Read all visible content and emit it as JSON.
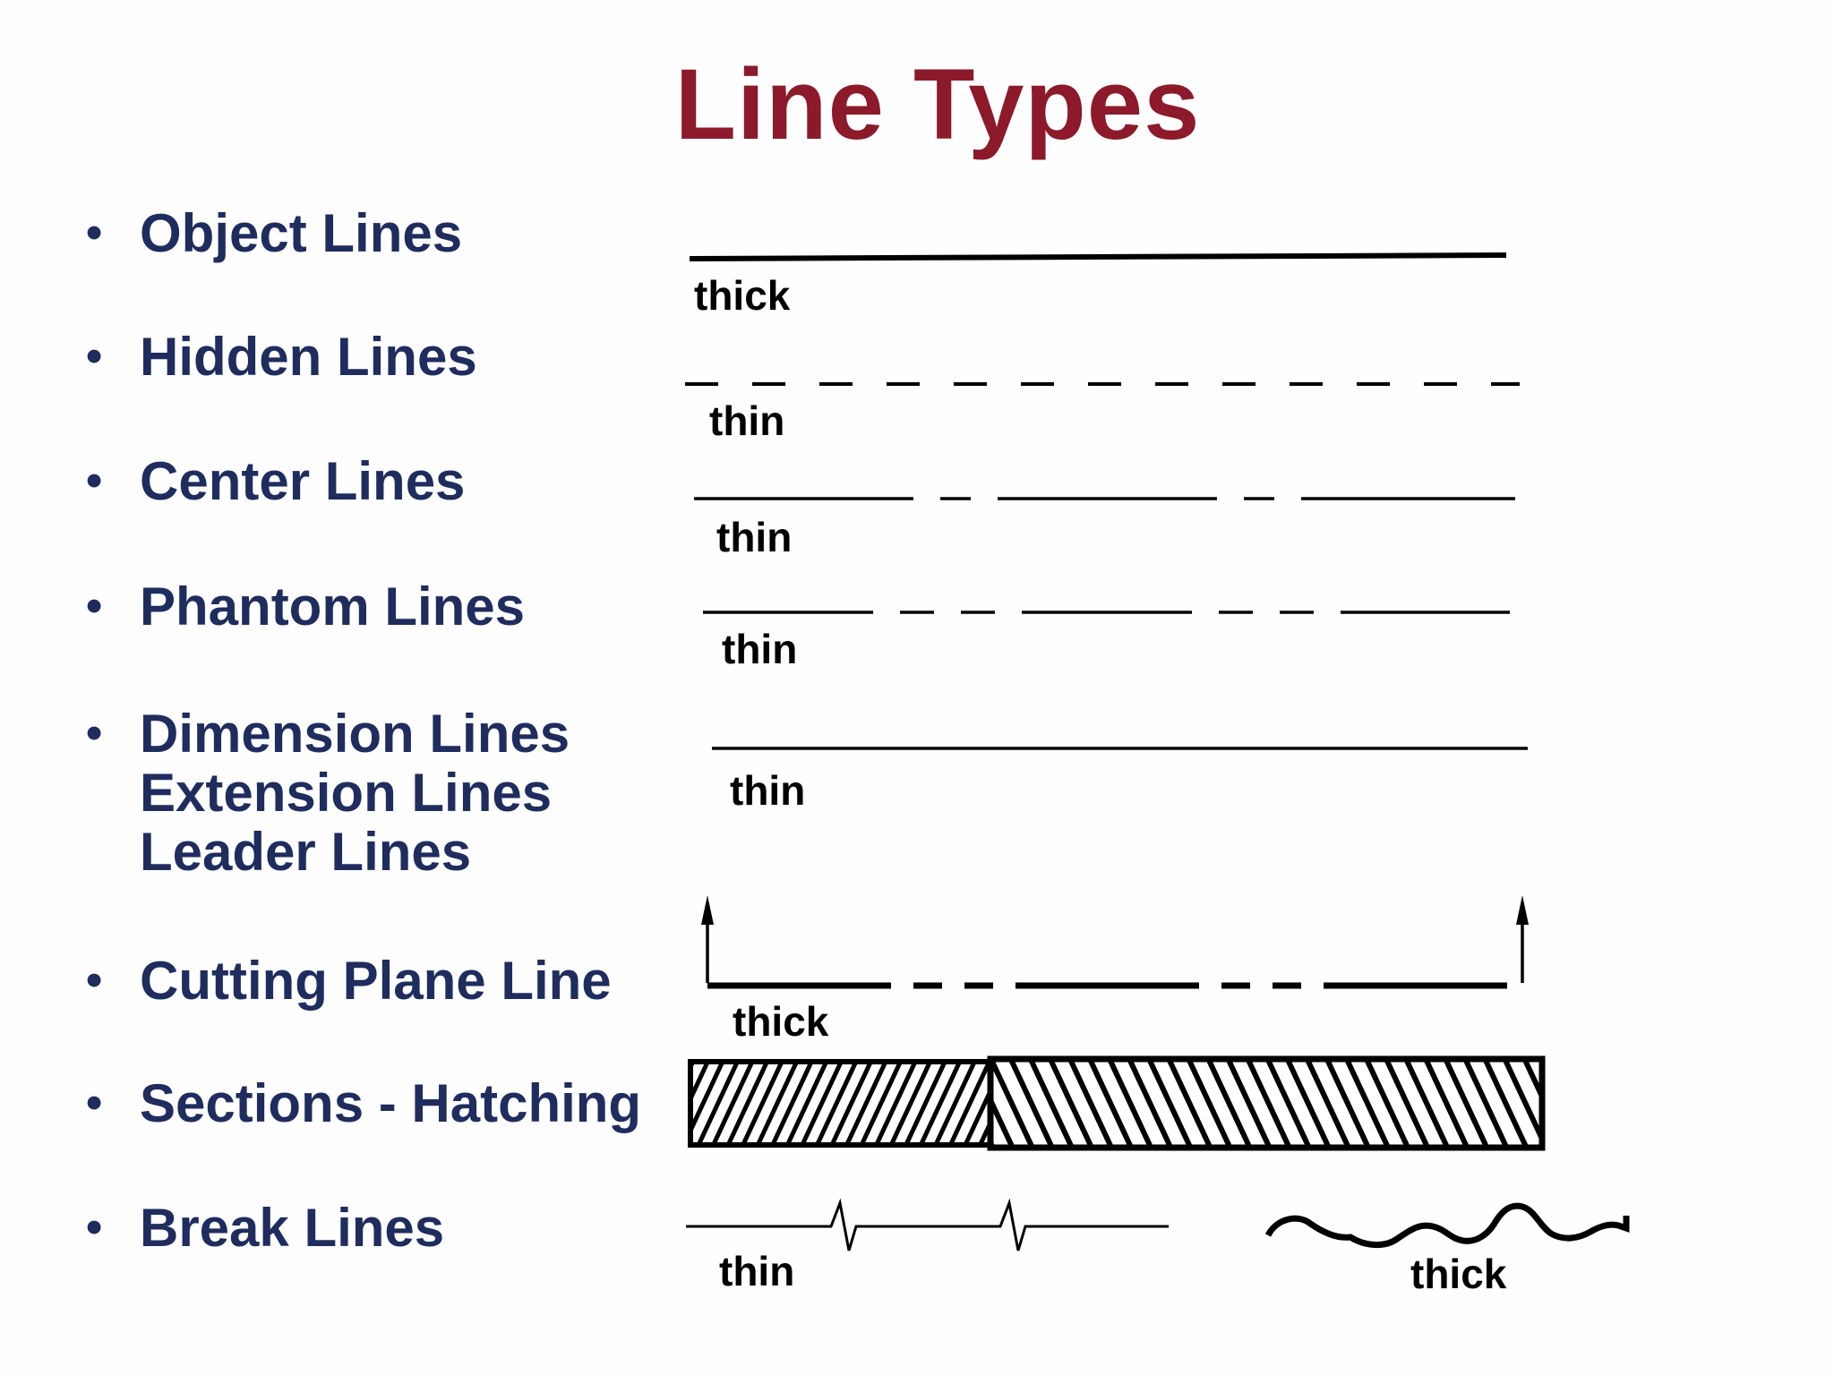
{
  "slide": {
    "title": "Line Types",
    "title_color": "#8c1a2b",
    "bullet_color": "#1f2c5e",
    "line_color": "#000000",
    "background": "#fefefe"
  },
  "bullets": [
    {
      "lines": [
        "Object Lines"
      ]
    },
    {
      "lines": [
        "Hidden Lines"
      ]
    },
    {
      "lines": [
        "Center Lines"
      ]
    },
    {
      "lines": [
        "Phantom Lines"
      ]
    },
    {
      "lines": [
        "Dimension Lines",
        "Extension Lines",
        "Leader Lines"
      ]
    },
    {
      "lines": [
        "Cutting Plane Line"
      ]
    },
    {
      "lines": [
        "Sections - Hatching"
      ]
    },
    {
      "lines": [
        "Break Lines"
      ]
    }
  ],
  "samples": {
    "object": {
      "label": "thick",
      "style": "solid thick line"
    },
    "hidden": {
      "label": "thin",
      "style": "dashed line"
    },
    "center": {
      "label": "thin",
      "style": "long dash - short dash"
    },
    "phantom": {
      "label": "thin",
      "style": "long dash - two short dashes"
    },
    "dimension": {
      "label": "thin",
      "style": "solid thin line"
    },
    "cutting": {
      "label": "thick",
      "style": "thick long-short-short dashes with end arrows"
    },
    "hatching": {
      "style": "two hatched rectangles, forward and backward diagonals"
    },
    "break_thin": {
      "label": "thin",
      "style": "thin line with zigzag break symbols"
    },
    "break_thick": {
      "label": "thick",
      "style": "thick freehand wavy line"
    }
  }
}
